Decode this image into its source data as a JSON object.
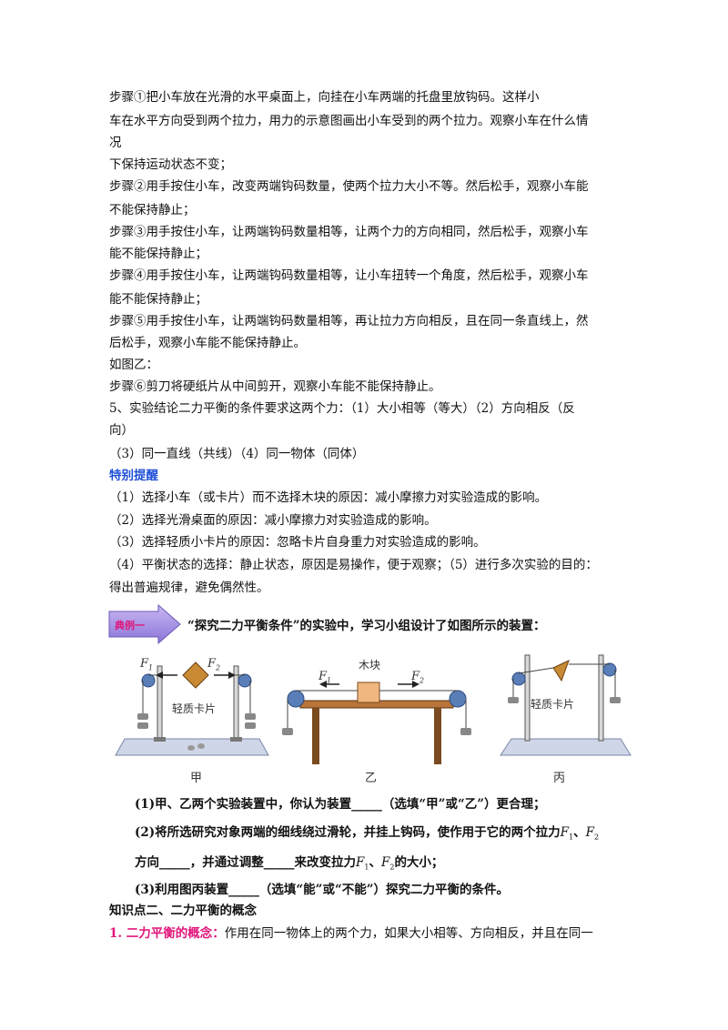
{
  "lines": [
    "步骤①把小车放在光滑的水平桌面上，向挂在小车两端的托盘里放钩码。这样小",
    "车在水平方向受到两个拉力，用力的示意图画出小车受到的两个拉力。观察小车在什么情",
    "况",
    "下保持运动状态不变；",
    "步骤②用手按住小车，改变两端钩码数量，使两个拉力大小不等。然后松手，观察小车能",
    "不能保持静止；",
    "步骤③用手按住小车，让两端钩码数量相等，让两个力的方向相同，然后松手，观察小车",
    "能不能保持静止；",
    "步骤④用手按住小车，让两端钩码数量相等，让小车扭转一个角度，然后松手，观察小车",
    "能不能保持静止；",
    "步骤⑤用手按住小车，让两端钩码数量相等，再让拉力方向相反，且在同一条直线上，然",
    "后松手，观察小车能不能保持静止。",
    "如图乙：",
    "步骤⑥剪刀将硬纸片从中间剪开，观察小车能不能保持静止。",
    "5、实验结论二力平衡的条件要求这两个力：（1）大小相等（等大）（2）方向相反（反",
    "向）",
    "（3）同一直线（共线）（4）同一物体（同体）"
  ],
  "tips_title": "特别提醒",
  "tips": [
    "（1）选择小车（或卡片）而不选择木块的原因：减小摩擦力对实验造成的影响。",
    "（2）选择光滑桌面的原因：减小摩擦力对实验造成的影响。",
    "（3）选择轻质小卡片的原因：忽略卡片自身重力对实验造成的影响。",
    "（4）平衡状态的选择：静止状态，原因是易操作，便于观察；（5）进行多次实验的目的：",
    "得出普遍规律，避免偶然性。"
  ],
  "example": {
    "tag": "典例一",
    "title": "“探究二力平衡条件”的实验中，学习小组设计了如图所示的装置："
  },
  "figure": {
    "label_card": "轻质卡片",
    "label_block": "木块",
    "f1": "F",
    "f2": "F",
    "sub1": "1",
    "sub2": "2",
    "cap_a": "甲",
    "cap_b": "乙",
    "cap_c": "丙"
  },
  "questions": {
    "q1": "(1)甲、乙两个实验装置中，你认为装置_____（选填“甲”或“乙”）更合理；",
    "q2a": "(2)将所选研究对象两端的细线绕过滑轮，并挂上钩码，使作用于它的两个拉力",
    "q2_f1": "F",
    "q2_sep": "、",
    "q2_f2": "F",
    "q2b": "方向_____，并通过调整_____来改变拉力",
    "q2c": "的大小；",
    "q3": "(3)利用图丙装置_____（选填“能”或“不能”）探究二力平衡的条件。"
  },
  "section2": {
    "heading": "知识点二、二力平衡的概念",
    "def_label": "1. 二力平衡的概念：",
    "def_text": "作用在同一物体上的两个力，如果大小相等、方向相反，并且在同一"
  },
  "colors": {
    "accent_blue": "#1f4fd8",
    "accent_pink": "#e0157a",
    "tag_purple": "#4a3aa8"
  }
}
